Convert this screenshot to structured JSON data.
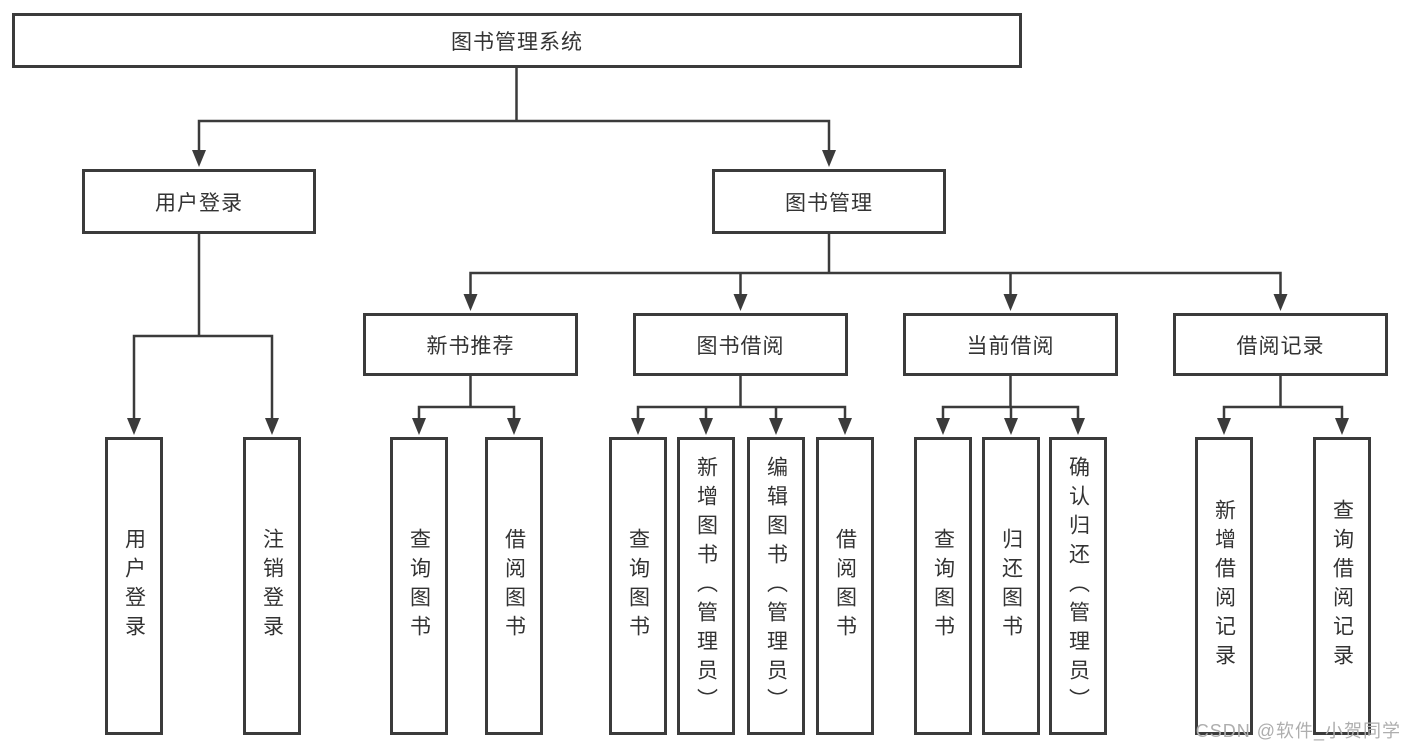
{
  "diagram_type": "hierarchy-chart",
  "tree": {
    "root": {
      "label": "图书管理系统",
      "children": [
        {
          "label": "用户登录",
          "children": [
            {
              "label": "用户登录"
            },
            {
              "label": "注销登录"
            }
          ]
        },
        {
          "label": "图书管理",
          "children": [
            {
              "label": "新书推荐",
              "children": [
                {
                  "label": "查询图书"
                },
                {
                  "label": "借阅图书"
                }
              ]
            },
            {
              "label": "图书借阅",
              "children": [
                {
                  "label": "查询图书"
                },
                {
                  "label": "新增图书（管理员）"
                },
                {
                  "label": "编辑图书（管理员）"
                },
                {
                  "label": "借阅图书"
                }
              ]
            },
            {
              "label": "当前借阅",
              "children": [
                {
                  "label": "查询图书"
                },
                {
                  "label": "归还图书"
                },
                {
                  "label": "确认归还（管理员）"
                }
              ]
            },
            {
              "label": "借阅记录",
              "children": [
                {
                  "label": "新增借阅记录"
                },
                {
                  "label": "查询借阅记录"
                }
              ]
            }
          ]
        }
      ]
    }
  },
  "watermark": {
    "text": "CSDN @软件_小贺同学"
  },
  "colors": {
    "line": "#3b3b3b",
    "text": "#333333",
    "watermark": "#aeaeae",
    "background": "#ffffff"
  }
}
